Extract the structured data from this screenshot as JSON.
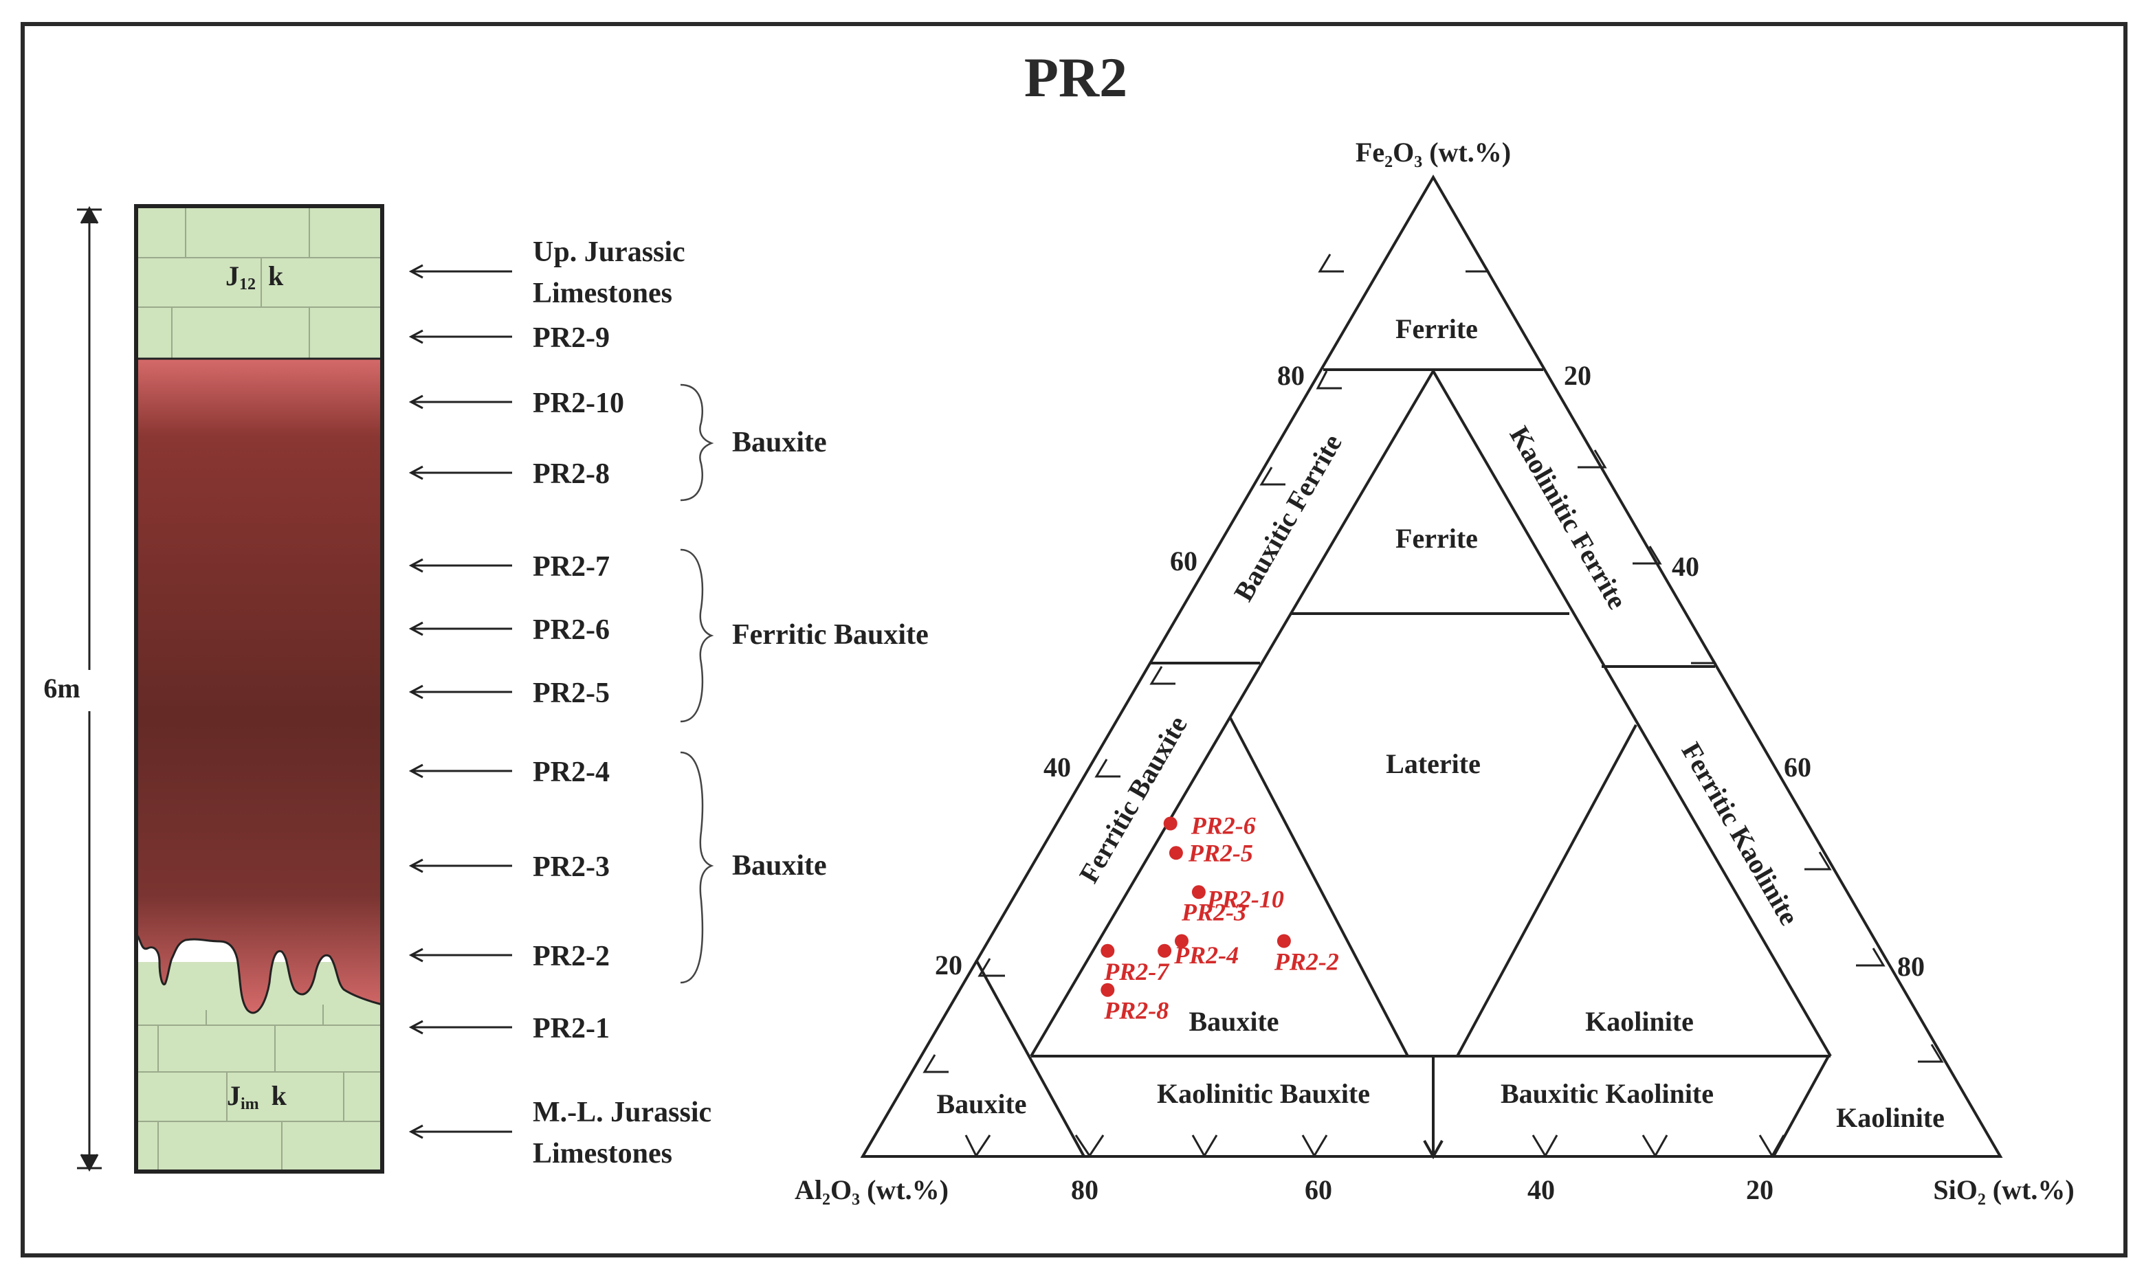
{
  "title": "PR2",
  "column": {
    "thickness_label": "6m",
    "top_unit_label": {
      "main": "J",
      "sub": "12",
      "suffix": "k"
    },
    "bottom_unit_label": {
      "main": "J",
      "sub": "im",
      "suffix": "k"
    },
    "colors": {
      "limestone": "#cfe3bd",
      "bauxite_dark": "#6a2b27",
      "bauxite_light": "#d56a6a",
      "line": "#222222"
    }
  },
  "samples": [
    {
      "label": "Up. Jurassic",
      "label2": "Limestones"
    },
    {
      "label": "PR2-9"
    },
    {
      "label": "PR2-10"
    },
    {
      "label": "PR2-8"
    },
    {
      "label": "PR2-7"
    },
    {
      "label": "PR2-6"
    },
    {
      "label": "PR2-5"
    },
    {
      "label": "PR2-4"
    },
    {
      "label": "PR2-3"
    },
    {
      "label": "PR2-2"
    },
    {
      "label": "PR2-1"
    },
    {
      "label": "M.-L. Jurassic",
      "label2": "Limestones"
    }
  ],
  "groups": [
    {
      "label": "Bauxite"
    },
    {
      "label": "Ferritic Bauxite"
    },
    {
      "label": "Bauxite"
    }
  ],
  "ternary": {
    "apex_top_label": "Fe₂O₃ (wt.%)",
    "apex_left_label": "Al₂O₃ (wt.%)",
    "apex_right_label": "SiO₂ (wt.%)",
    "bottom_ticks": [
      "80",
      "60",
      "40",
      "20"
    ],
    "left_ticks": [
      "80",
      "60",
      "40",
      "20"
    ],
    "right_ticks": [
      "20",
      "40",
      "60",
      "80"
    ],
    "fields": {
      "ferrite_top": "Ferrite",
      "ferrite_inner": "Ferrite",
      "bauxitic_ferrite": "Bauxitic Ferrite",
      "kaolinitic_ferrite": "Kaolinitic Ferrite",
      "ferritic_bauxite": "Ferritic  Bauxite",
      "laterite": "Laterite",
      "ferritic_kaolinite": "Ferritic Kaolinite",
      "bauxite_inner": "Bauxite",
      "kaolinite_inner": "Kaolinite",
      "bauxite_corner": "Bauxite",
      "kaolinitic_bauxite": "Kaolinitic Bauxite",
      "bauxitic_kaolinite": "Bauxitic Kaolinite",
      "kaolinite_corner": "Kaolinite"
    },
    "point_color": "#d42a2a"
  },
  "chart_data": {
    "type": "scatter",
    "title": "PR2",
    "axes": {
      "top": "Fe₂O₃ (wt.%)",
      "left": "Al₂O₃ (wt.%)",
      "right": "SiO₂ (wt.%)"
    },
    "points": [
      {
        "name": "PR2-6",
        "Al2O3": 56,
        "SiO2": 10,
        "Fe2O3": 34
      },
      {
        "name": "PR2-5",
        "Al2O3": 57,
        "SiO2": 12,
        "Fe2O3": 31
      },
      {
        "name": "PR2-10",
        "Al2O3": 57,
        "SiO2": 16,
        "Fe2O3": 27
      },
      {
        "name": "PR2-3",
        "Al2O3": 61,
        "SiO2": 17,
        "Fe2O3": 22
      },
      {
        "name": "PR2-4",
        "Al2O3": 63,
        "SiO2": 16,
        "Fe2O3": 21
      },
      {
        "name": "PR2-7",
        "Al2O3": 68,
        "SiO2": 11,
        "Fe2O3": 21
      },
      {
        "name": "PR2-2",
        "Al2O3": 52,
        "SiO2": 26,
        "Fe2O3": 22
      },
      {
        "name": "PR2-8",
        "Al2O3": 70,
        "SiO2": 13,
        "Fe2O3": 17
      }
    ]
  }
}
